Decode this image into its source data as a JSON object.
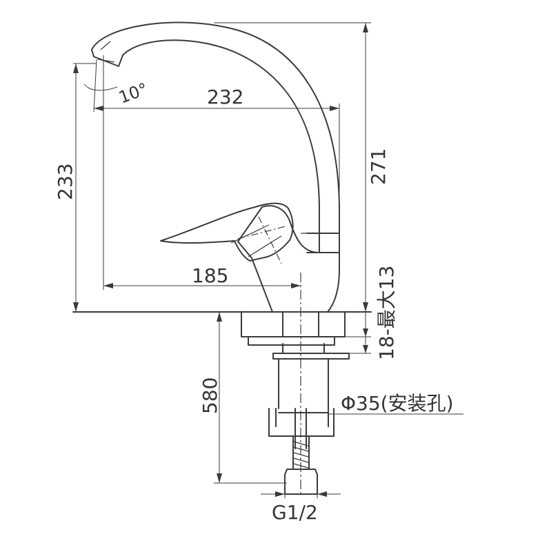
{
  "dimensions": {
    "angle": "10°",
    "reach_top": "232",
    "height_left": "233",
    "height_total": "271",
    "reach_base": "185",
    "deck_thickness": "18-最大13",
    "mount_hole": "Φ35(安装孔)",
    "hose_length": "580",
    "thread": "G1/2"
  },
  "colors": {
    "line": "#3a3a3a",
    "text": "#333333",
    "background": "#ffffff"
  }
}
